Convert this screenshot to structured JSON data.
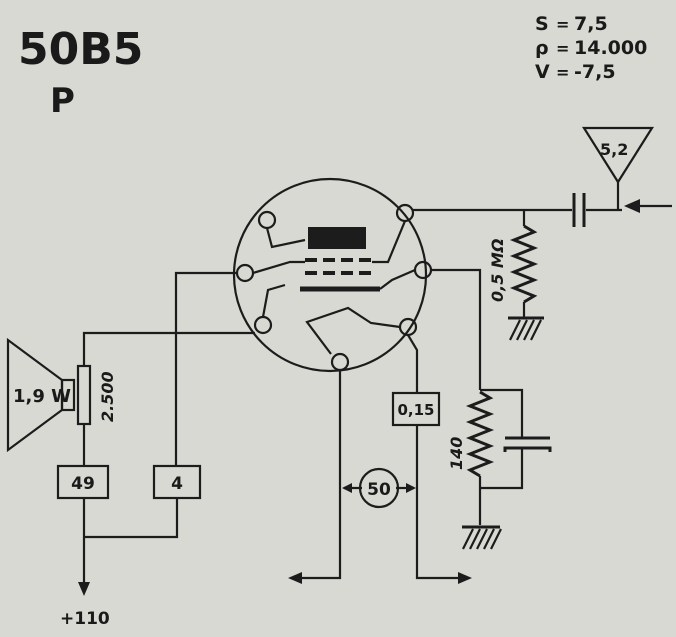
{
  "tube": {
    "name": "50B5",
    "class": "P"
  },
  "specs": [
    {
      "sym": "S",
      "eq": "=",
      "val": "7,5"
    },
    {
      "sym": "ρ",
      "eq": "=",
      "val": "14.000"
    },
    {
      "sym": "V",
      "eq": "=",
      "val": "-7,5"
    }
  ],
  "components": {
    "speaker_power": "1,9 W",
    "transformer": "2.500",
    "plate_resistor": "49",
    "screen_resistor": "4",
    "grid_resistor": "0,5 MΩ",
    "input_level": "5,2",
    "cathode_resistor": "140",
    "heater_resistor": "0,15",
    "heater_voltage": "50",
    "supply": "+110"
  }
}
